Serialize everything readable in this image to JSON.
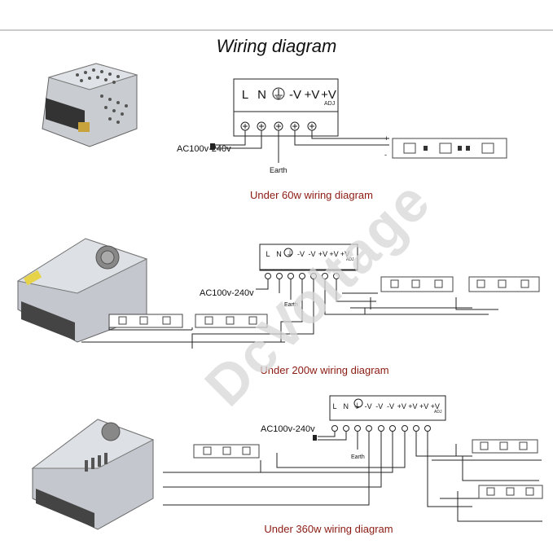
{
  "title": "Wiring diagram",
  "watermark": "DcVoltage",
  "captions": {
    "d60": "Under 60w wiring diagram",
    "d200": "Under 200w wiring diagram",
    "d360": "Under 360w wiring diagram"
  },
  "labels": {
    "ac_input": "AC100v-240v",
    "earth": "Earth",
    "adj": "ADJ",
    "plus": "+",
    "minus": "-"
  },
  "terminals": {
    "d60": [
      "L",
      "N",
      "⏚",
      "-V",
      "+V",
      "+V"
    ],
    "d200": [
      "L",
      "N",
      "⏚",
      "-V",
      "-V",
      "+V",
      "+V",
      "+V"
    ],
    "d360": [
      "L",
      "N",
      "⏚",
      "-V",
      "-V",
      "-V",
      "+V",
      "+V",
      "+V",
      "+V"
    ]
  },
  "colors": {
    "caption": "#8b1a12",
    "line": "#222222",
    "watermark": "#d8d8d8"
  }
}
